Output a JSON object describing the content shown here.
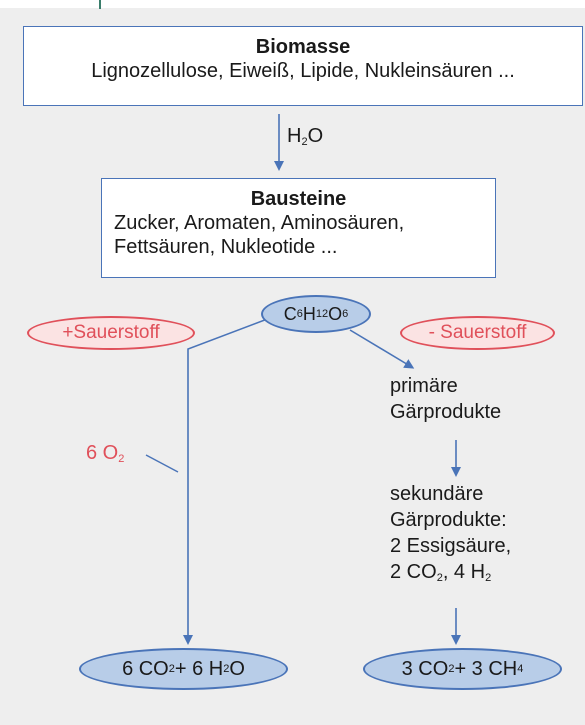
{
  "top_box": {
    "title": "Biomasse",
    "text": "Lignozellulose, Eiweiß, Lipide, Nukleinsäuren ..."
  },
  "water_label": {
    "main": "H",
    "sub": "2",
    "tail": "O"
  },
  "middle_box": {
    "title": "Bausteine",
    "line1": "Zucker, Aromaten, Aminosäuren,",
    "line2": "Fettsäuren, Nukleotide ..."
  },
  "glucose": {
    "c": "C",
    "c_sub": "6",
    "h": "H",
    "h_sub": "12",
    "o": "O",
    "o_sub": "6"
  },
  "aerobic": {
    "label": "+Sauerstoff",
    "o2_count": "6 O",
    "o2_sub": "2"
  },
  "anaerobic": {
    "label": "- Sauerstoff",
    "primary_line1": "primäre",
    "primary_line2": "Gärprodukte",
    "secondary_line1": "sekundäre",
    "secondary_line2": "Gärprodukte:",
    "secondary_line3": "2 Essigsäure,",
    "secondary_line4_a": "2 CO",
    "secondary_line4_sub1": "2",
    "secondary_line4_b": ", 4 H",
    "secondary_line4_sub2": "2"
  },
  "result_left": {
    "a": "6 CO",
    "a_sub": "2",
    "b": " + 6 H",
    "b_sub": "2",
    "c": "O"
  },
  "result_right": {
    "a": "3 CO",
    "a_sub": "2",
    "b": " + 3 CH",
    "b_sub": "4"
  },
  "colors": {
    "box_border": "#4a74b8",
    "arrow": "#4a74b8",
    "ellipse_fill_blue": "#b8cde8",
    "ellipse_fill_red": "#fbe3e3",
    "red_text": "#e0505a",
    "background": "#eeeeee"
  }
}
